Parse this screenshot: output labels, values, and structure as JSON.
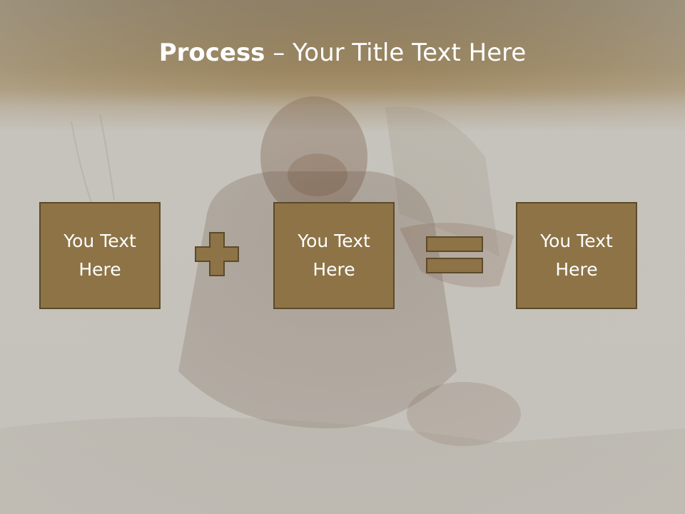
{
  "slide": {
    "title_bold": "Process",
    "title_rest": " – Your Title Text Here",
    "boxes": [
      {
        "text": "You Text Here"
      },
      {
        "text": "You Text Here"
      },
      {
        "text": "You Text Here"
      }
    ],
    "operators": [
      "plus-icon",
      "equals-icon"
    ]
  },
  "colors": {
    "header": "#7a6239",
    "box_fill": "#8d7346",
    "box_border": "#5c4a2a",
    "background": "#c3c0ba",
    "text": "#ffffff"
  }
}
